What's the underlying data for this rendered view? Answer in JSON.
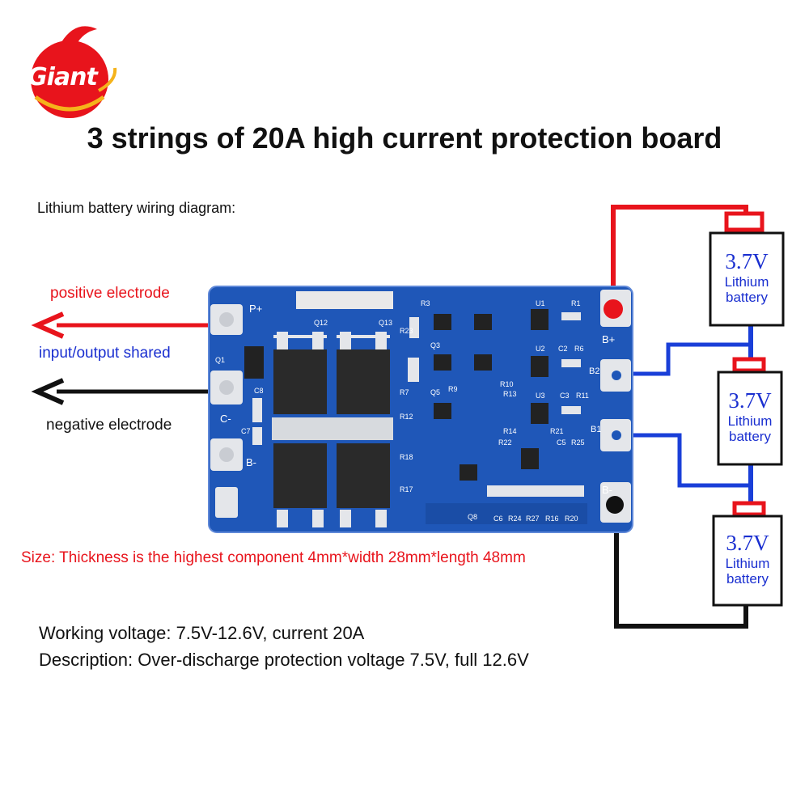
{
  "logo": {
    "text": "Giant",
    "color": "#e8141c"
  },
  "title": "3 strings of 20A high current protection board",
  "wiring_label": "Lithium battery wiring diagram:",
  "labels": {
    "positive": "positive electrode",
    "shared": "input/output shared",
    "negative": "negative electrode"
  },
  "board": {
    "pads": {
      "p_plus": "P+",
      "c_minus": "C-",
      "b_minus_left": "B-",
      "b_plus": "B+",
      "b2": "B2",
      "b1": "B1",
      "b_minus_right": "B-"
    },
    "components": {
      "q12": "Q12",
      "q13": "Q13",
      "q1": "Q1",
      "c8": "C8",
      "c7": "C7",
      "r23": "R23",
      "r3": "R3",
      "r7": "R7",
      "r12": "R12",
      "r18": "R18",
      "r17": "R17",
      "q3": "Q3",
      "q5": "Q5",
      "q8": "Q8",
      "r9": "R9",
      "r10": "R10",
      "r13": "R13",
      "r14": "R14",
      "r22": "R22",
      "r21": "R21",
      "u1": "U1",
      "u2": "U2",
      "u3": "U3",
      "r1": "R1",
      "r6": "R6",
      "c2": "C2",
      "c3": "C3",
      "r11": "R11",
      "c5": "C5",
      "r25": "R25",
      "c6": "C6",
      "r24": "R24",
      "r27": "R27",
      "r16": "R16",
      "r20": "R20"
    },
    "colors": {
      "pcb": "#1f57b8",
      "pad": "#e4e6ea",
      "wire_red": "#e8141c",
      "wire_blue": "#1a3fd8",
      "wire_black": "#111111"
    }
  },
  "batteries": [
    {
      "voltage": "3.7V",
      "label_line1": "Lithium",
      "label_line2": "battery"
    },
    {
      "voltage": "3.7V",
      "label_line1": "Lithium",
      "label_line2": "battery"
    },
    {
      "voltage": "3.7V",
      "label_line1": "Lithium",
      "label_line2": "battery"
    }
  ],
  "size_text": "Size: Thickness is the highest component 4mm*width 28mm*length 48mm",
  "voltage_text": "Working voltage: 7.5V-12.6V, current 20A",
  "description_text": "Description: Over-discharge protection voltage 7.5V, full 12.6V"
}
